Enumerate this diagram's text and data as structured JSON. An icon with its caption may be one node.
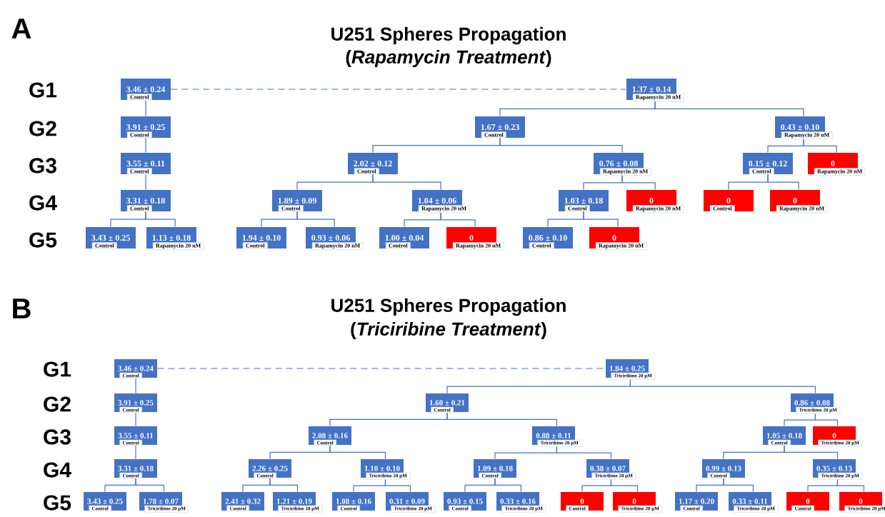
{
  "diagram": {
    "nodes": [
      {
        "text": [
          "3.46 ± 0.24",
          "Control"
        ]
      },
      {
        "text": [
          "3.91 ± 0.25",
          "Control"
        ]
      },
      {
        "text": [
          "3.55 ± 0.11",
          "Control"
        ]
      },
      {
        "text": [
          "3.31 ± 0.18",
          "Control"
        ]
      },
      {
        "text": [
          "3.43 ± 0.25",
          "Control"
        ]
      },
      {
        "text": [
          "1.13 ± 0.18",
          "Rapamycin 20 nM"
        ]
      },
      {
        "text": [
          "1.37 ± 0.14",
          "Rapamycin 20 nM"
        ]
      },
      {
        "text": [
          "1.67 ± 0.23",
          "Control"
        ]
      },
      {
        "text": [
          "0.43 ± 0.10",
          "Rapamycin 20 nM"
        ]
      },
      {
        "text": [
          "2.02 ± 0.12",
          "Control"
        ]
      },
      {
        "text": [
          "0.76 ± 0.08",
          "Rapamycin 20 nM"
        ]
      },
      {
        "text": [
          "0.15 ± 0.12",
          "Control"
        ]
      },
      {
        "text": [
          "0",
          "Rapamycin 20 nM"
        ]
      },
      {
        "text": [
          "1.89 ± 0.09",
          "Control"
        ]
      },
      {
        "text": [
          "1.04 ± 0.06",
          "Rapamycin 20 nM"
        ]
      },
      {
        "text": [
          "1.03 ± 0.18",
          "Control"
        ]
      },
      {
        "text": [
          "0",
          "Rapamycin 20 nM"
        ]
      },
      {
        "text": [
          "0",
          "Control"
        ]
      },
      {
        "text": [
          "0",
          "Rapamycin 20 nM"
        ]
      },
      {
        "text": [
          "1.94 ± 0.10",
          "Control"
        ]
      },
      {
        "text": [
          "0.93 ± 0.06",
          "Rapamycin 20 nM"
        ]
      },
      {
        "text": [
          "1.00 ± 0.04",
          "Control"
        ]
      },
      {
        "text": [
          "0",
          "Rapamycin 20 nM"
        ]
      },
      {
        "text": [
          "0.86 ± 0.10",
          "Control"
        ]
      },
      {
        "text": [
          "0",
          "Rapamycin 20 nM"
        ]
      },
      {
        "text": [
          "3.46 ± 0.24",
          "Control"
        ]
      },
      {
        "text": [
          "3.91 ± 0.25",
          "Control"
        ]
      },
      {
        "text": [
          "3.55 ± 0.11",
          "Control"
        ]
      },
      {
        "text": [
          "3.31 ± 0.18",
          "Control"
        ]
      },
      {
        "text": [
          "3.43 ± 0.25",
          "Control"
        ]
      },
      {
        "text": [
          "1.78 ± 0.07",
          "Triciribine 20 µM"
        ]
      },
      {
        "text": [
          "1.84 ± 0.25",
          "Triciribine 20 µM"
        ]
      },
      {
        "text": [
          "1.60 ± 0.21",
          "Control"
        ]
      },
      {
        "text": [
          "0.86 ± 0.08",
          "Triciribine 20 µM"
        ]
      },
      {
        "text": [
          "2.08 ± 0.16",
          "Control"
        ]
      },
      {
        "text": [
          "0.88 ± 0.11",
          "Triciribine 20 µM"
        ]
      },
      {
        "text": [
          "1.05 ± 0.18",
          "Control"
        ]
      },
      {
        "text": [
          "0",
          "Triciribine 20 µM"
        ]
      },
      {
        "text": [
          "2.26 ± 0.25",
          "Control"
        ]
      },
      {
        "text": [
          "1.10 ± 0.10",
          "Triciribine 20 µM"
        ]
      },
      {
        "text": [
          "1.09 ± 0.18",
          "Control"
        ]
      },
      {
        "text": [
          "0.38 ± 0.07",
          "Triciribine 20 µM"
        ]
      },
      {
        "text": [
          "0.99 ± 0.13",
          "Control"
        ]
      },
      {
        "text": [
          "0.35 ± 0.13",
          "Triciribine 20 µM"
        ]
      },
      {
        "text": [
          "2.41 ± 0.32",
          "Control"
        ]
      },
      {
        "text": [
          "1.21 ± 0.19",
          "Triciribine 20 µM"
        ]
      },
      {
        "text": [
          "1.08 ± 0.16",
          "Control"
        ]
      },
      {
        "text": [
          "0.31 ± 0.09",
          "Triciribine 20 µM"
        ]
      },
      {
        "text": [
          "0.93 ± 0.15",
          "Control"
        ]
      },
      {
        "text": [
          "0.33 ± 0.16",
          "Triciribine 20 µM"
        ]
      },
      {
        "text": [
          "0",
          "Control"
        ]
      },
      {
        "text": [
          "0",
          "Triciribine 20 µM"
        ]
      },
      {
        "text": [
          "1.17 ± 0.20",
          "Control"
        ]
      },
      {
        "text": [
          "0.33 ± 0.11",
          "Triciribine 20 µM"
        ]
      },
      {
        "text": [
          "0",
          "Control"
        ]
      },
      {
        "text": [
          "0",
          "Triciribine 20 µM"
        ]
      }
    ],
    "edges": [
      {
        "from": 0,
        "to": 1,
        "arrow": "none"
      },
      {
        "from": 1,
        "to": 2,
        "arrow": "none"
      },
      {
        "from": 2,
        "to": 3,
        "arrow": "none"
      },
      {
        "from": 3,
        "to": 4,
        "arrow": "none"
      },
      {
        "from": 3,
        "to": 5,
        "arrow": "none"
      },
      {
        "from": 0,
        "to": 6,
        "arrow": "none",
        "style": "dashed"
      },
      {
        "from": 6,
        "to": 7,
        "arrow": "none"
      },
      {
        "from": 6,
        "to": 8,
        "arrow": "none"
      },
      {
        "from": 7,
        "to": 9,
        "arrow": "none"
      },
      {
        "from": 7,
        "to": 10,
        "arrow": "none"
      },
      {
        "from": 8,
        "to": 11,
        "arrow": "none"
      },
      {
        "from": 8,
        "to": 12,
        "arrow": "none"
      },
      {
        "from": 9,
        "to": 13,
        "arrow": "none"
      },
      {
        "from": 9,
        "to": 14,
        "arrow": "none"
      },
      {
        "from": 10,
        "to": 15,
        "arrow": "none"
      },
      {
        "from": 10,
        "to": 16,
        "arrow": "none"
      },
      {
        "from": 11,
        "to": 17,
        "arrow": "none"
      },
      {
        "from": 11,
        "to": 18,
        "arrow": "none"
      },
      {
        "from": 13,
        "to": 19,
        "arrow": "none"
      },
      {
        "from": 13,
        "to": 20,
        "arrow": "none"
      },
      {
        "from": 14,
        "to": 21,
        "arrow": "none"
      },
      {
        "from": 14,
        "to": 22,
        "arrow": "none"
      },
      {
        "from": 15,
        "to": 23,
        "arrow": "none"
      },
      {
        "from": 15,
        "to": 24,
        "arrow": "none"
      },
      {
        "from": 25,
        "to": 26,
        "arrow": "none"
      },
      {
        "from": 26,
        "to": 27,
        "arrow": "none"
      },
      {
        "from": 27,
        "to": 28,
        "arrow": "none"
      },
      {
        "from": 28,
        "to": 29,
        "arrow": "none"
      },
      {
        "from": 28,
        "to": 30,
        "arrow": "none"
      },
      {
        "from": 25,
        "to": 31,
        "arrow": "none",
        "style": "dashed"
      },
      {
        "from": 31,
        "to": 32,
        "arrow": "none"
      },
      {
        "from": 31,
        "to": 33,
        "arrow": "none"
      },
      {
        "from": 32,
        "to": 34,
        "arrow": "none"
      },
      {
        "from": 32,
        "to": 35,
        "arrow": "none"
      },
      {
        "from": 33,
        "to": 36,
        "arrow": "none"
      },
      {
        "from": 33,
        "to": 37,
        "arrow": "none"
      },
      {
        "from": 34,
        "to": 38,
        "arrow": "none"
      },
      {
        "from": 34,
        "to": 39,
        "arrow": "none"
      },
      {
        "from": 35,
        "to": 40,
        "arrow": "none"
      },
      {
        "from": 35,
        "to": 41,
        "arrow": "none"
      },
      {
        "from": 36,
        "to": 42,
        "arrow": "none"
      },
      {
        "from": 36,
        "to": 43,
        "arrow": "none"
      },
      {
        "from": 38,
        "to": 44,
        "arrow": "none"
      },
      {
        "from": 38,
        "to": 45,
        "arrow": "none"
      },
      {
        "from": 39,
        "to": 46,
        "arrow": "none"
      },
      {
        "from": 39,
        "to": 47,
        "arrow": "none"
      },
      {
        "from": 40,
        "to": 48,
        "arrow": "none"
      },
      {
        "from": 40,
        "to": 49,
        "arrow": "none"
      },
      {
        "from": 41,
        "to": 50,
        "arrow": "none"
      },
      {
        "from": 41,
        "to": 51,
        "arrow": "none"
      },
      {
        "from": 42,
        "to": 52,
        "arrow": "none"
      },
      {
        "from": 42,
        "to": 53,
        "arrow": "none"
      },
      {
        "from": 43,
        "to": 54,
        "arrow": "none"
      },
      {
        "from": 43,
        "to": 55,
        "arrow": "none"
      }
    ],
    "labels": [
      "A",
      "U251 Spheres Propagation",
      "(*Rapamycin Treatment*)",
      "G1",
      "G2",
      "G3",
      "G4",
      "G5",
      "B",
      "U251 Spheres Propagation",
      "(*Triciribine Treatment*)",
      "G1",
      "G2",
      "G3",
      "G4",
      "G5"
    ]
  }
}
